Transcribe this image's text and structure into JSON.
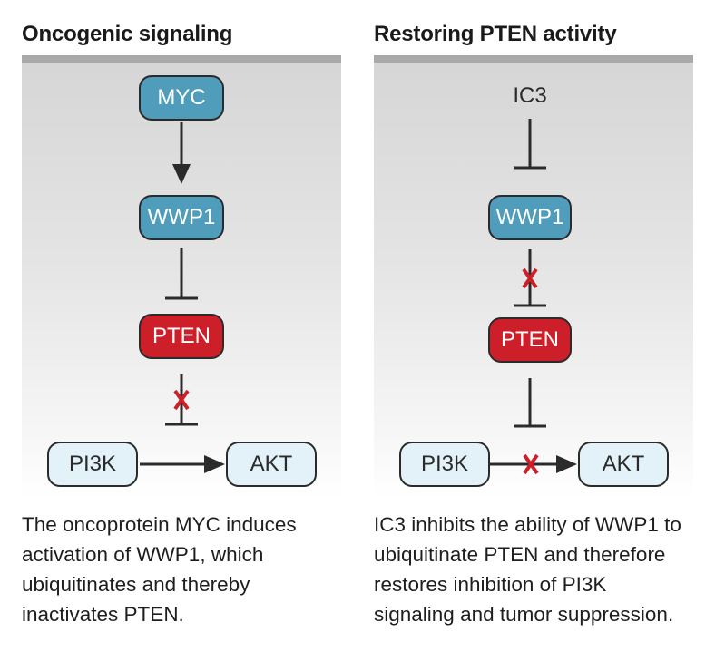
{
  "left": {
    "title": "Oncogenic signaling",
    "nodes": {
      "myc": "MYC",
      "wwp1": "WWP1",
      "pten": "PTEN",
      "pi3k": "PI3K",
      "akt": "AKT"
    },
    "caption": [
      "The oncoprotein MYC induces",
      "activation of WWP1, which",
      "ubiquitinates and thereby",
      "inactivates PTEN."
    ]
  },
  "right": {
    "title": "Restoring PTEN activity",
    "nodes": {
      "ic3": "IC3",
      "wwp1": "WWP1",
      "pten": "PTEN",
      "pi3k": "PI3K",
      "akt": "AKT"
    },
    "caption": [
      "IC3 inhibits the ability of WWP1 to",
      "ubiquitinate PTEN and therefore",
      "restores inhibition of PI3K",
      "signaling and tumor suppression."
    ]
  },
  "colors": {
    "blue": "#4f9dbb",
    "red": "#cd1f2a",
    "pale_blue": "#e3f1f8",
    "cross": "#cd1f2a",
    "band": "#a9a9a9"
  }
}
